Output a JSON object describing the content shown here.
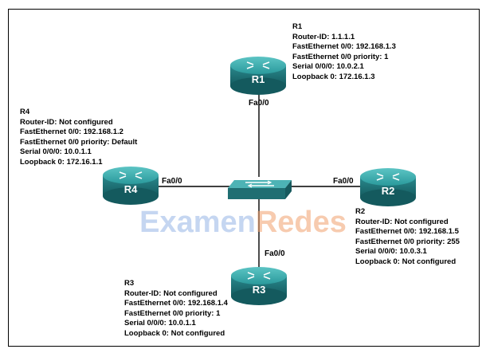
{
  "watermark": {
    "part1": "Examen",
    "part2": "Redes"
  },
  "colors": {
    "router_top": "#3aa6a6",
    "router_side": "#1f6e72",
    "switch": "#2f8c8e",
    "link": "#000000"
  },
  "routers": {
    "r1": {
      "icon_label": "R1",
      "title": "R1",
      "lines": [
        "Router-ID: 1.1.1.1",
        "FastEthernet 0/0: 192.168.1.3",
        "FastEthernet 0/0 priority: 1",
        "Serial 0/0/0: 10.0.2.1",
        "Loopback 0: 172.16.1.3"
      ],
      "port": "Fa0/0"
    },
    "r2": {
      "icon_label": "R2",
      "title": "R2",
      "lines": [
        "Router-ID: Not configured",
        "FastEthernet 0/0: 192.168.1.5",
        "FastEthernet 0/0 priority: 255",
        "Serial 0/0/0: 10.0.3.1",
        "Loopback 0: Not configured"
      ],
      "port": "Fa0/0"
    },
    "r3": {
      "icon_label": "R3",
      "title": "R3",
      "lines": [
        "Router-ID: Not configured",
        "FastEthernet 0/0: 192.168.1.4",
        "FastEthernet 0/0 priority: 1",
        "Serial 0/0/0: 10.0.1.1",
        "Loopback 0: Not configured"
      ],
      "port": "Fa0/0"
    },
    "r4": {
      "icon_label": "R4",
      "title": "R4",
      "lines": [
        "Router-ID: Not configured",
        "FastEthernet 0/0: 192.168.1.2",
        "FastEthernet 0/0 priority: Default",
        "Serial 0/0/0: 10.0.1.1",
        "Loopback 0: 172.16.1.1"
      ],
      "port": "Fa0/0"
    }
  }
}
